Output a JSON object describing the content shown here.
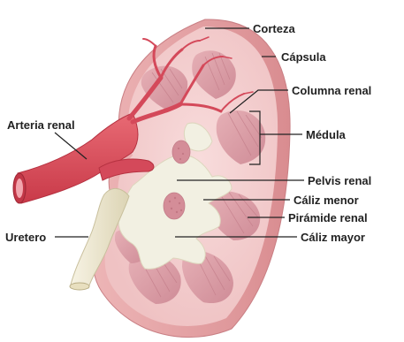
{
  "labels": {
    "corteza": "Corteza",
    "capsula": "Cápsula",
    "columna_renal": "Columna renal",
    "medula": "Médula",
    "arteria_renal": "Arteria renal",
    "pelvis_renal": "Pelvis renal",
    "caliz_menor": "Cáliz menor",
    "piramide_renal": "Pirámide renal",
    "uretero": "Uretero",
    "caliz_mayor": "Cáliz mayor"
  },
  "colors": {
    "capsule": "#e7a7a9",
    "cortex": "#f2cccc",
    "pyramid": "#d99aa3",
    "pyramid_stripe": "#c27c88",
    "pelvis": "#f2f0e2",
    "artery": "#dc4e5b",
    "ureter": "#efe9d0"
  }
}
